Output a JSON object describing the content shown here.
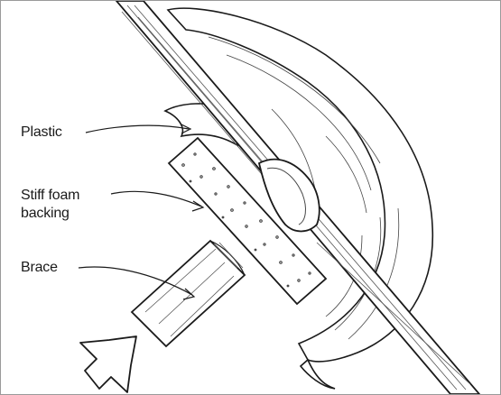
{
  "labels": {
    "plastic": "Plastic",
    "foam_line1": "Stiff foam",
    "foam_line2": "backing",
    "brace": "Brace"
  },
  "parts": [
    "wall-board",
    "plastic-sheet",
    "foam-backing",
    "brace",
    "push-arrow"
  ],
  "colors": {
    "ink": "#1a1a1a",
    "wood_grain": "#555555",
    "frame": "#9a9a9a",
    "background": "#ffffff"
  }
}
